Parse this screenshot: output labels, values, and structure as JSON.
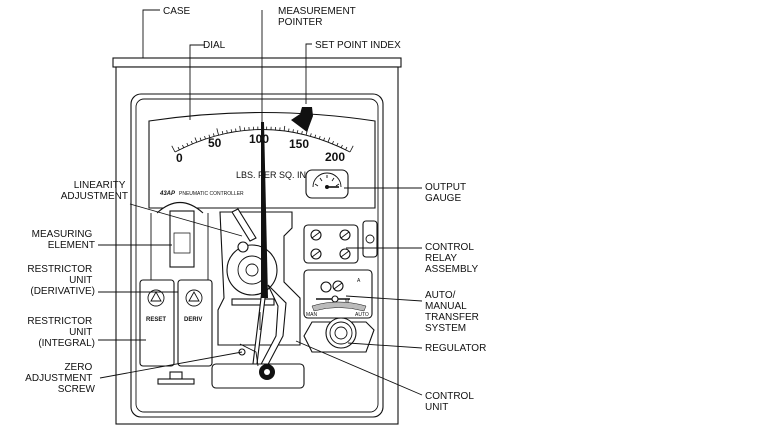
{
  "labels": {
    "case": "CASE",
    "dial": "DIAL",
    "measurement_pointer": [
      "MEASUREMENT",
      "POINTER"
    ],
    "set_point_index": "SET POINT INDEX",
    "linearity_adjustment": [
      "LINEARITY",
      "ADJUSTMENT"
    ],
    "measuring_element": [
      "MEASURING",
      "ELEMENT"
    ],
    "restrictor_derivative": [
      "RESTRICTOR",
      "UNIT",
      "(DERIVATIVE)"
    ],
    "restrictor_integral": [
      "RESTRICTOR",
      "UNIT",
      "(INTEGRAL)"
    ],
    "zero_adjustment_screw": [
      "ZERO",
      "ADJUSTMENT",
      "SCREW"
    ],
    "output_gauge": [
      "OUTPUT",
      "GAUGE"
    ],
    "control_relay_assembly": [
      "CONTROL",
      "RELAY",
      "ASSEMBLY"
    ],
    "auto_manual_transfer_system": [
      "AUTO/",
      "MANUAL",
      "TRANSFER",
      "SYSTEM"
    ],
    "regulator": "REGULATOR",
    "control_unit": [
      "CONTROL",
      "UNIT"
    ]
  },
  "dial": {
    "numbers": [
      "0",
      "50",
      "100",
      "150",
      "200"
    ],
    "units": "LBS. PER SQ. IN.",
    "model": "43AP",
    "subtitle": "PNEUMATIC CONTROLLER"
  },
  "restrictors": {
    "reset_label": "RESET",
    "deriv_label": "DERIV"
  },
  "transfer": {
    "auto_mark": "A",
    "manual_mark": "M",
    "left_mark": "MAN",
    "right_mark": "AUTO"
  },
  "colors": {
    "line": "#111111",
    "background": "#ffffff"
  }
}
